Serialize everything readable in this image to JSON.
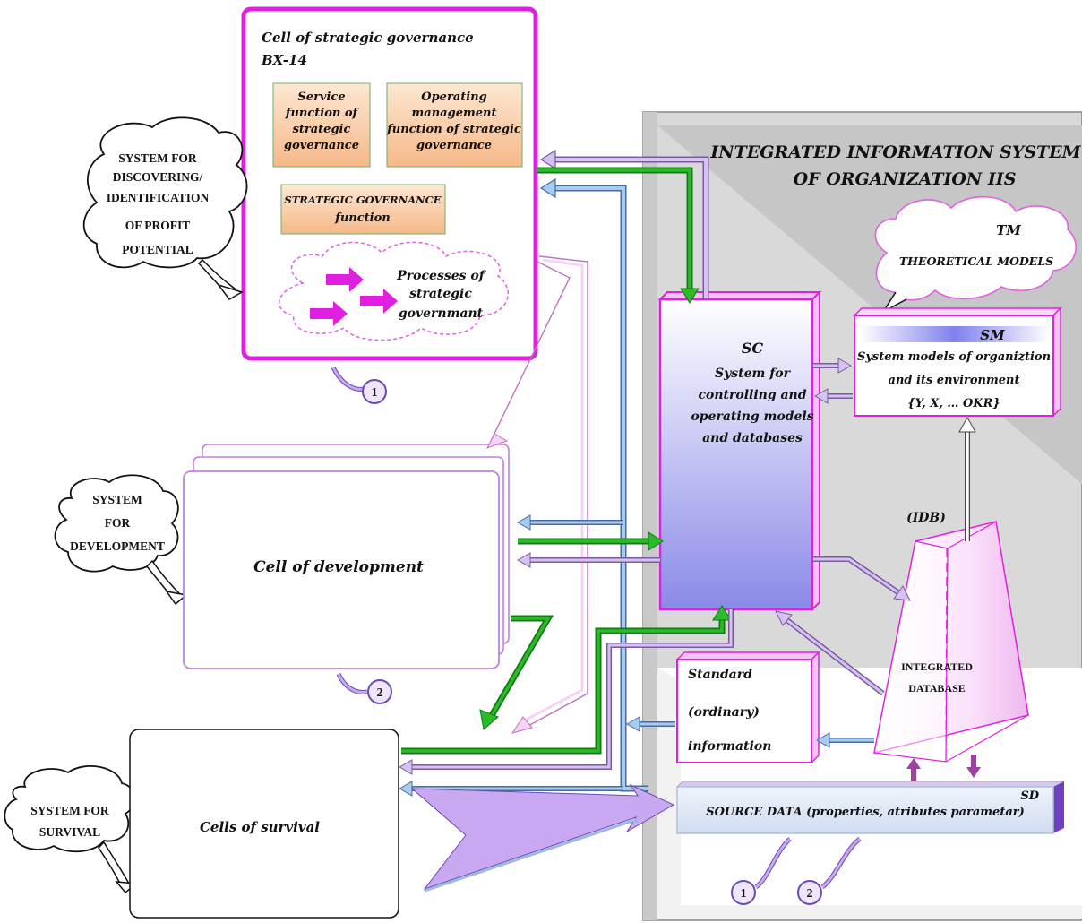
{
  "strategic_cell": {
    "title_line1": "Cell of strategic governance",
    "title_line2": "BX-14",
    "service_function": [
      "Service",
      "function of",
      "strategic",
      "governance"
    ],
    "operating_function": [
      "Operating",
      "management",
      "function of strategic",
      "governance"
    ],
    "governance_function": [
      "STRATEGIC GOVERNANCE",
      "function"
    ],
    "processes": [
      "Processes of",
      "strategic",
      "governmant"
    ]
  },
  "clouds": {
    "profit_potential": [
      "SYSTEM FOR",
      "DISCOVERING/",
      "IDENTIFICATION",
      "OF PROFIT",
      "POTENTIAL"
    ],
    "development": [
      "SYSTEM",
      "FOR",
      "DEVELOPMENT"
    ],
    "survival": [
      "SYSTEM FOR",
      "SURVIVAL"
    ],
    "theoretical": [
      "TM",
      "THEORETICAL MODELS"
    ]
  },
  "iis": {
    "title_line1": "INTEGRATED INFORMATION SYSTEM",
    "title_line2": "OF ORGANIZATION    IIS"
  },
  "sc": {
    "abbr": "SC",
    "lines": [
      "System for",
      "controlling and",
      "operating models",
      "and databases"
    ]
  },
  "sm": {
    "abbr": "SM",
    "lines": [
      "System models of organiztion",
      "and its environment",
      "{Y, X, … OKR}"
    ]
  },
  "idb": {
    "label": "(IDB)",
    "lines": [
      "INTEGRATED",
      "DATABASE"
    ]
  },
  "standard_info": [
    "Standard",
    "(ordinary)",
    "information"
  ],
  "source_data": {
    "abbr": "SD",
    "text": "SOURCE DATA (properties, atributes parametar)"
  },
  "cell_development": "Cell of development",
  "cells_survival": "Cells of survival",
  "markers": [
    "1",
    "2",
    "1",
    "2"
  ],
  "colors": {
    "magenta": "#e020e0",
    "lilac": "#c8a8f0",
    "green": "#1a9a1a",
    "blue_arrow": "#9cc4ec",
    "sc_gradient_top": "#ffffff",
    "sc_gradient_bottom": "#8a8ae8",
    "iis_background": "#d8d8d8"
  }
}
